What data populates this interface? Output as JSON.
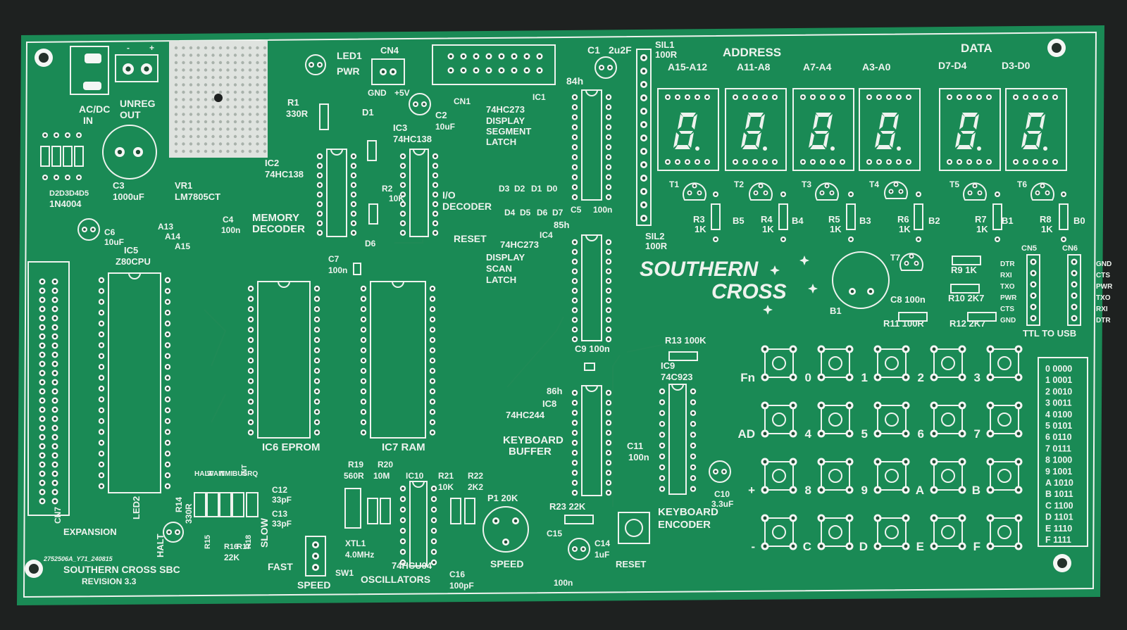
{
  "board": {
    "title_big": [
      "SOUTHERN",
      "CROSS"
    ],
    "name": "SOUTHERN CROSS SBC",
    "revision": "REVISION 3.3",
    "serial": "2752506A_Y71_240815",
    "colors": {
      "pcb": "#1a8a55",
      "silkscreen": "#eef3ee",
      "background": "#1e2120"
    }
  },
  "labels": [
    "AC/DC",
    "IN",
    "-",
    "+",
    "UNREG",
    "OUT",
    "LED1",
    "PWR",
    "CN4",
    "GND",
    "+5V",
    "R1",
    "330R",
    "D1",
    "C2",
    "10uF",
    "CN1",
    "IC1",
    "74HC273",
    "DISPLAY",
    "SEGMENT",
    "LATCH",
    "C1",
    "2u2F",
    "SIL1",
    "100R",
    "ADDRESS",
    "DATA",
    "A15-A12",
    "A11-A8",
    "A7-A4",
    "A3-A0",
    "D7-D4",
    "D3-D0",
    "84h",
    "D2",
    "D3",
    "D4",
    "D5",
    "1N4004",
    "C3",
    "1000uF",
    "VR1",
    "LM7805CT",
    "IC2",
    "74HC138",
    "IC3",
    "74HC138",
    "R2",
    "10K",
    "I/O",
    "DECODER",
    "D3",
    "D2",
    "D1",
    "D0",
    "D4",
    "D5",
    "D6",
    "D7",
    "C5",
    "100n",
    "85h",
    "MEMORY",
    "DECODER",
    "C4",
    "100n",
    "A13",
    "A14",
    "A15",
    "C6",
    "10uF",
    "IC5",
    "Z80CPU",
    "D6",
    "C7",
    "100n",
    "RESET",
    "IC4",
    "74HC273",
    "DISPLAY",
    "SCAN",
    "LATCH",
    "SIL2",
    "100R",
    "T1",
    "T2",
    "T3",
    "T4",
    "T5",
    "T6",
    "R3",
    "1K",
    "B5",
    "R4",
    "1K",
    "B4",
    "R5",
    "1K",
    "B3",
    "R6",
    "1K",
    "B2",
    "R7",
    "1K",
    "B1",
    "R8",
    "1K",
    "B0",
    "T7",
    "R9 1K",
    "B1",
    "C8 100n",
    "R10 2K7",
    "R11 100R",
    "R12 2K7",
    "CN5",
    "CN6",
    "DTR",
    "RXI",
    "TXO",
    "PWR",
    "CTS",
    "GND",
    "GND",
    "CTS",
    "PWR",
    "TXO",
    "RXI",
    "DTR",
    "TTL TO USB",
    "C9 100n",
    "R13 100K",
    "IC9",
    "74C923",
    "IC6 EPROM",
    "IC7 RAM",
    "86h",
    "IC8",
    "74HC244",
    "KEYBOARD",
    "BUFFER",
    "C11",
    "100n",
    "C10",
    "3.3uF",
    "KEYBOARD",
    "ENCODER",
    "R19",
    "560R",
    "R20",
    "10M",
    "IC10",
    "R21",
    "10K",
    "R22",
    "2K2",
    "P1 20K",
    "C12",
    "33pF",
    "C13",
    "33pF",
    "HALT",
    "WAIT",
    "NMI",
    "BUSRQ",
    "INT",
    "LED2",
    "R14",
    "330R",
    "R15",
    "R16",
    "22K",
    "R17",
    "R18",
    "HALT",
    "CN7",
    "EXPANSION",
    "SLOW",
    "FAST",
    "SW1",
    "SPEED",
    "XTL1",
    "4.0MHz",
    "74HCU04",
    "OSCILLATORS",
    "C16",
    "100pF",
    "SPEED",
    "R23 22K",
    "C15",
    "100n",
    "C14",
    "1uF",
    "RESET"
  ],
  "keypad": {
    "keys": [
      "Fn",
      "0",
      "1",
      "2",
      "3",
      "AD",
      "4",
      "5",
      "6",
      "7",
      "+",
      "8",
      "9",
      "A",
      "B",
      "-",
      "C",
      "D",
      "E",
      "F"
    ]
  },
  "hex_table": [
    "0 0000",
    "1 0001",
    "2 0010",
    "3 0011",
    "4 0100",
    "5 0101",
    "6 0110",
    "7 0111",
    "8 1000",
    "9 1001",
    "A 1010",
    "B 1011",
    "C 1100",
    "D 1101",
    "E 1110",
    "F 1111"
  ]
}
